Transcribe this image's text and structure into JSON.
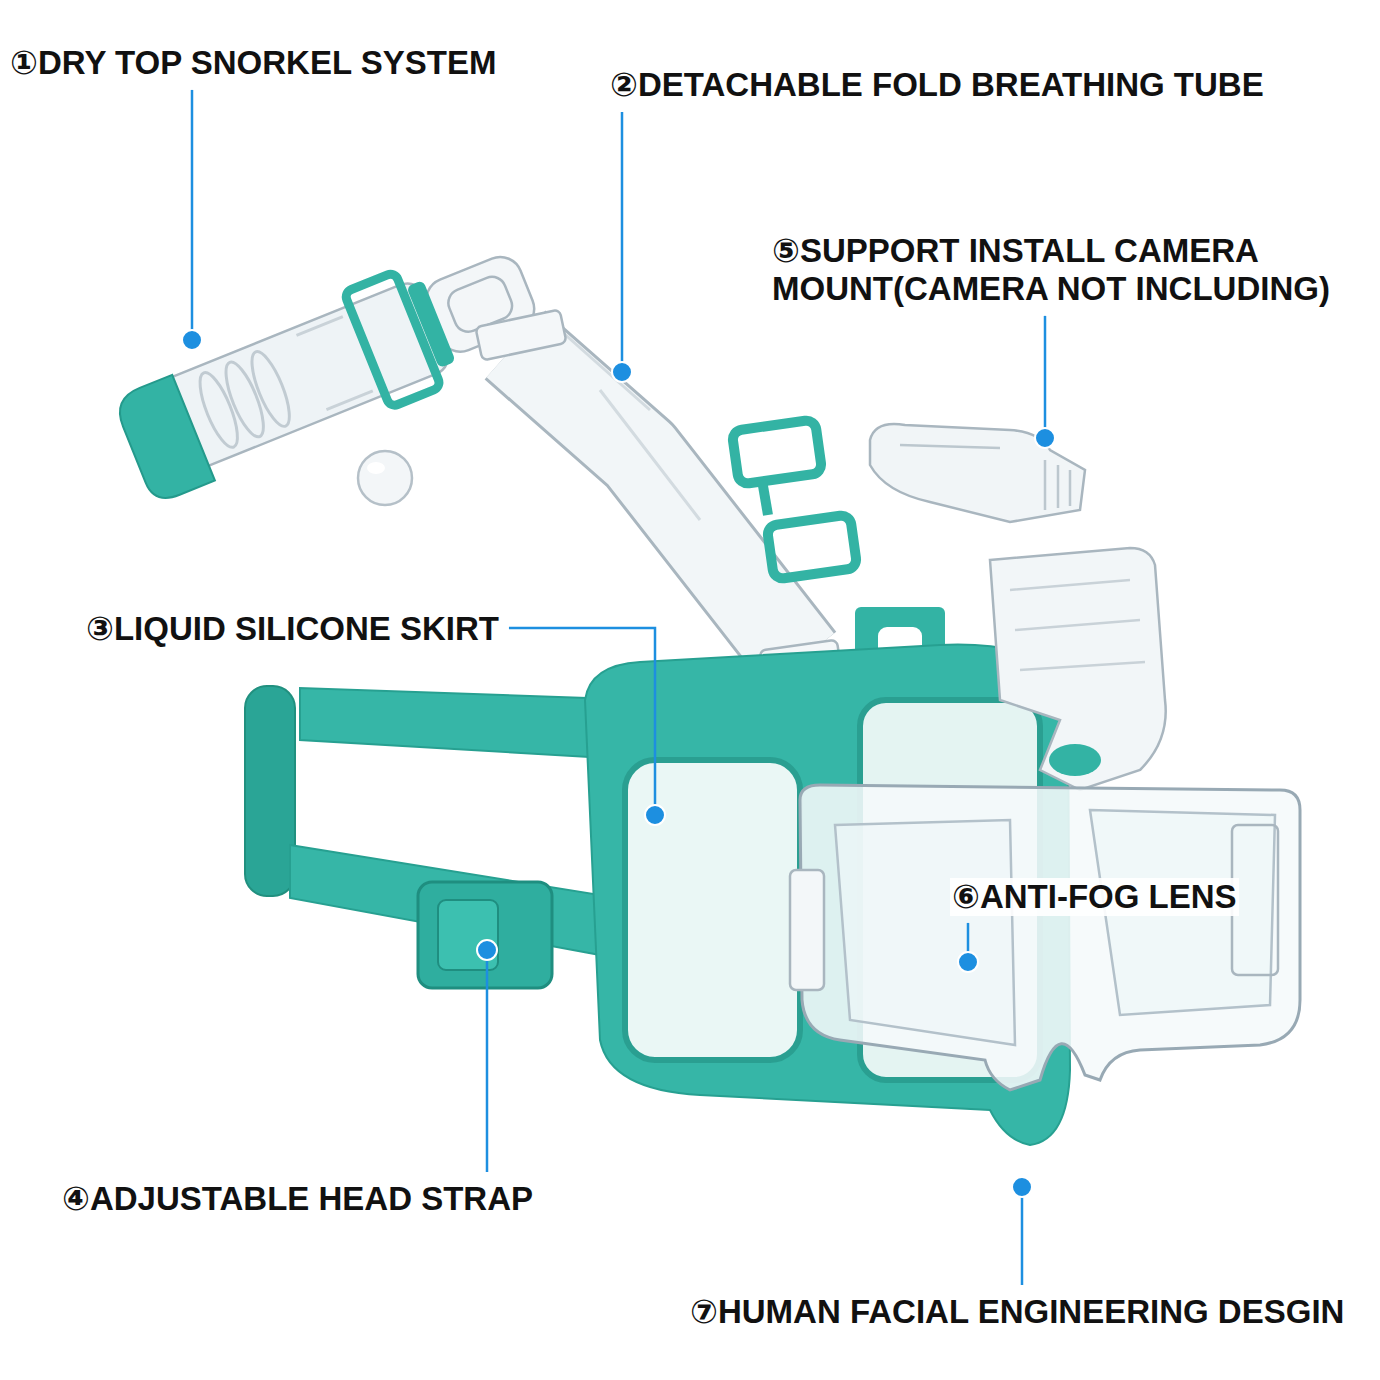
{
  "diagram": {
    "labels": [
      "①DRY TOP SNORKEL SYSTEM",
      "②DETACHABLE FOLD BREATHING TUBE",
      "⑤SUPPORT INSTALL CAMERA MOUNT(CAMERA NOT INCLUDING)",
      "③LIQUID SILICONE SKIRT",
      "⑥ANTI-FOG LENS",
      "④ADJUSTABLE HEAD STRAP",
      "⑦HUMAN FACIAL ENGINEERING DESGIN"
    ]
  }
}
